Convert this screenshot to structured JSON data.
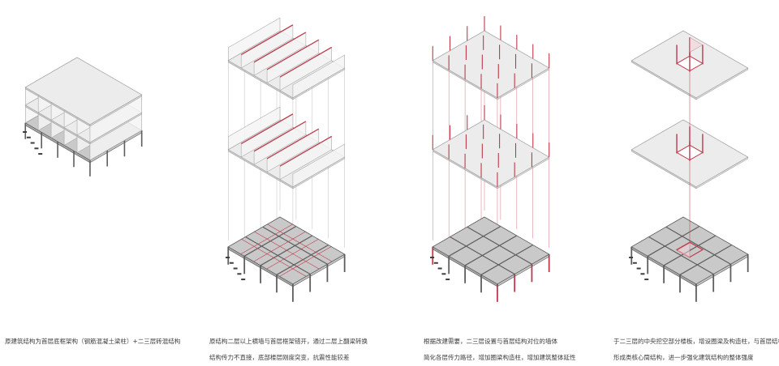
{
  "colors": {
    "frame_fill": "#c9c9c9",
    "frame_stroke": "#5e5e5e",
    "slab_fill": "#ececec",
    "slab_stroke": "#a9a9a9",
    "accent_red": "#c0394b",
    "core_tint": "#f3d3d8"
  },
  "panels": [
    {
      "name": "original-structure",
      "caption": [
        "原建筑结构为首层底框架构（钢筋混凝土梁柱）+二三层砖混结构"
      ]
    },
    {
      "name": "frame-offset-problem",
      "caption": [
        "原结构二层以上横墙与首层框架错开，通过二层上翻梁转换",
        "结构传力不直接，底部楼层刚度突变，抗震性能较差"
      ]
    },
    {
      "name": "added-walls-columns",
      "caption": [
        "根据改建需要，二三层设置与首层结构对位的墙体",
        "简化各层传力路径，增加圈梁构造柱，增加建筑整体延性"
      ]
    },
    {
      "name": "central-core",
      "caption": [
        "于二三层的中央挖空部分楼板，增设圈梁及构造柱，与首层结构对位",
        "形成类核心筒结构，进一步强化建筑结构的整体强度"
      ]
    }
  ]
}
